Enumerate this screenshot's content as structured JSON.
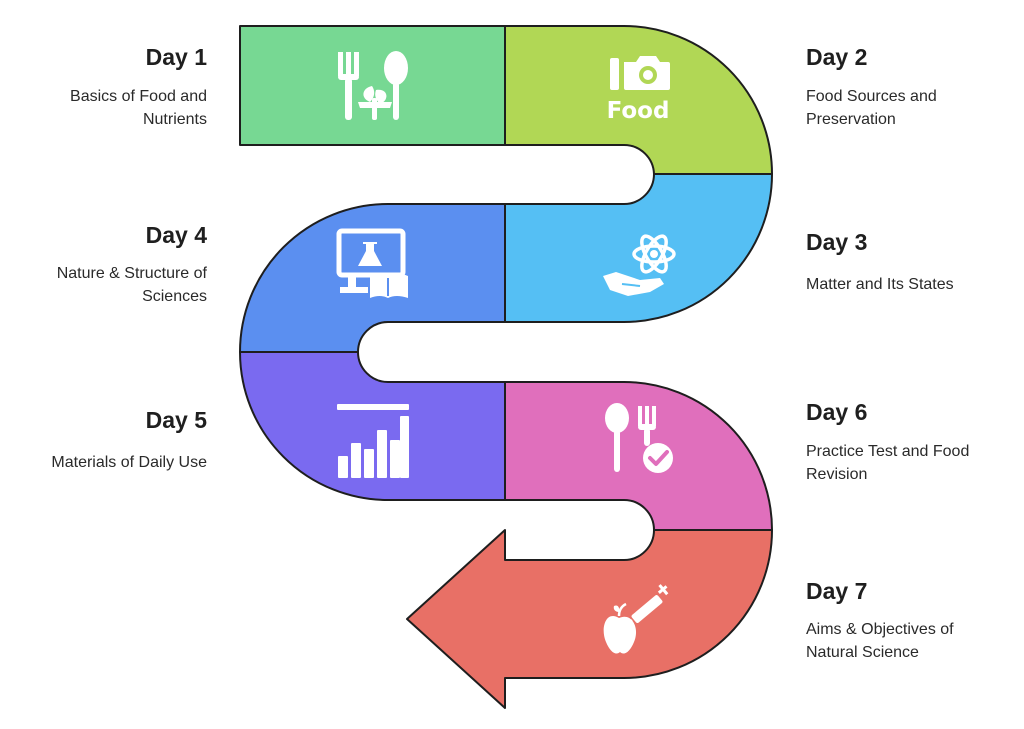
{
  "steps": [
    {
      "id": "day1",
      "title": "Day 1",
      "description": "Basics of Food and\nNutrients",
      "color": "#77d893",
      "icon": "fork-spoon-leaf-icon"
    },
    {
      "id": "day2",
      "title": "Day 2",
      "description": "Food Sources and\nPreservation",
      "color": "#b1d755",
      "icon": "camera-food-icon",
      "icon_text": "Food"
    },
    {
      "id": "day3",
      "title": "Day 3",
      "description": "Matter and Its States",
      "color": "#55bff4",
      "icon": "atom-hand-icon"
    },
    {
      "id": "day4",
      "title": "Day 4",
      "description": "Nature & Structure of\nSciences",
      "color": "#5b8ff0",
      "icon": "monitor-flask-book-icon"
    },
    {
      "id": "day5",
      "title": "Day 5",
      "description": "Materials of Daily Use",
      "color": "#7a6af0",
      "icon": "bar-chart-icon"
    },
    {
      "id": "day6",
      "title": "Day 6",
      "description": "Practice Test and Food\nRevision",
      "color": "#e06fbc",
      "icon": "spoon-fork-check-icon"
    },
    {
      "id": "day7",
      "title": "Day 7",
      "description": "Aims & Objectives of\nNatural Science",
      "color": "#e87066",
      "icon": "apple-syringe-icon"
    }
  ]
}
